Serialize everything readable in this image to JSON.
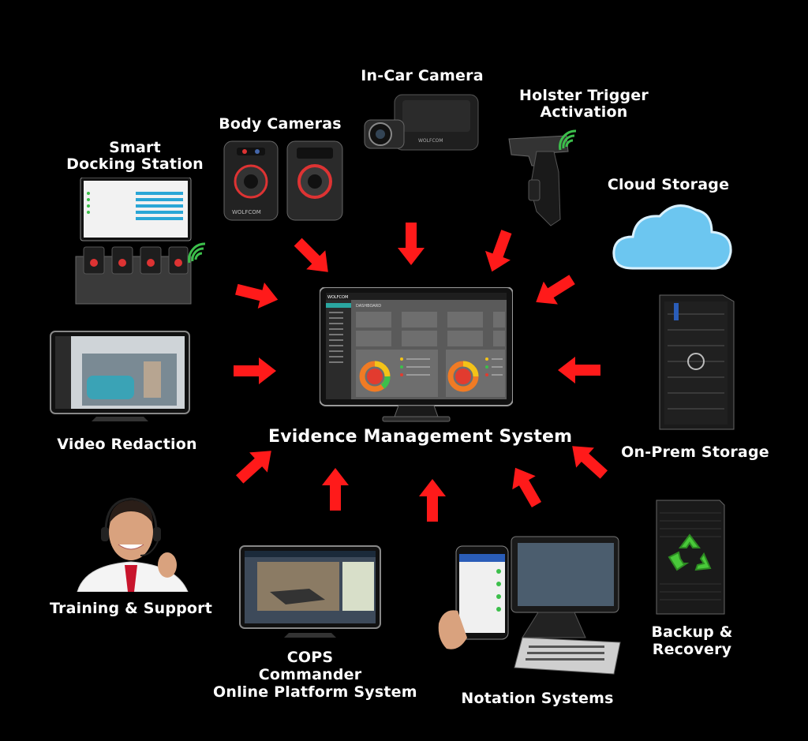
{
  "center": {
    "label": "Evidence Management System"
  },
  "nodes": {
    "in_car_camera": {
      "label": "In-Car Camera"
    },
    "holster_trigger": {
      "label_line1": "Holster Trigger",
      "label_line2": "Activation"
    },
    "body_cameras": {
      "label": "Body Cameras"
    },
    "smart_docking": {
      "label_line1": "Smart",
      "label_line2": "Docking Station"
    },
    "cloud_storage": {
      "label": "Cloud Storage"
    },
    "video_redaction": {
      "label": "Video Redaction"
    },
    "on_prem_storage": {
      "label": "On-Prem Storage"
    },
    "training_support": {
      "label": "Training & Support"
    },
    "cops_commander": {
      "label_line1": "COPS",
      "label_line2": "Commander",
      "label_line3": "Online Platform System"
    },
    "notation_systems": {
      "label": "Notation Systems"
    },
    "backup_recovery": {
      "label_line1": "Backup &",
      "label_line2": "Recovery"
    }
  },
  "dashboard": {
    "brand": "WOLFCOM",
    "title": "DASHBOARD"
  },
  "colors": {
    "arrow": "#ff1a1a",
    "dashboard_bg": "#5a5a5a",
    "sidebar": "#2b2b2b",
    "accent_teal": "#2aa6a0",
    "donut_orange": "#f07b24",
    "donut_yellow": "#f3c318",
    "donut_green": "#3cbf4b",
    "donut_red": "#e23b2f",
    "cloud_blue": "#6cc6f0",
    "recycle_green": "#49c93a"
  },
  "icons": {
    "arrow": "arrow-icon",
    "wifi": "wifi-signal-icon",
    "cloud": "cloud-icon",
    "recycle": "recycle-icon"
  }
}
